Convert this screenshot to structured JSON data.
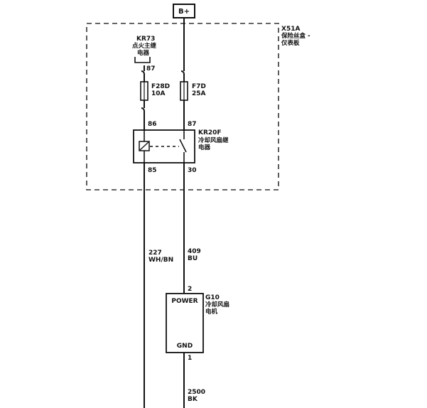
{
  "battery": {
    "label": "B+"
  },
  "module": {
    "id": "X51A",
    "name_line1": "保险丝盒 -",
    "name_line2": "仪表板"
  },
  "ignition_relay": {
    "id": "KR73",
    "name_line1": "点火主继",
    "name_line2": "电器",
    "pin": "87"
  },
  "fuse_left": {
    "id": "F28D",
    "rating": "10A"
  },
  "fuse_right": {
    "id": "F7D",
    "rating": "25A"
  },
  "fan_relay": {
    "id": "KR20F",
    "name_line1": "冷却风扇继",
    "name_line2": "电器",
    "pin_tl": "86",
    "pin_tr": "87",
    "pin_bl": "85",
    "pin_br": "30"
  },
  "wire_left": {
    "circuit": "227",
    "color": "WH/BN"
  },
  "wire_right": {
    "circuit": "409",
    "color": "BU"
  },
  "motor": {
    "id": "G10",
    "name_line1": "冷却风扇",
    "name_line2": "电机",
    "pin_top": "2",
    "pin_bottom": "1",
    "power_label": "POWER",
    "gnd_label": "GND"
  },
  "wire_ground": {
    "circuit": "2500",
    "color": "BK"
  }
}
